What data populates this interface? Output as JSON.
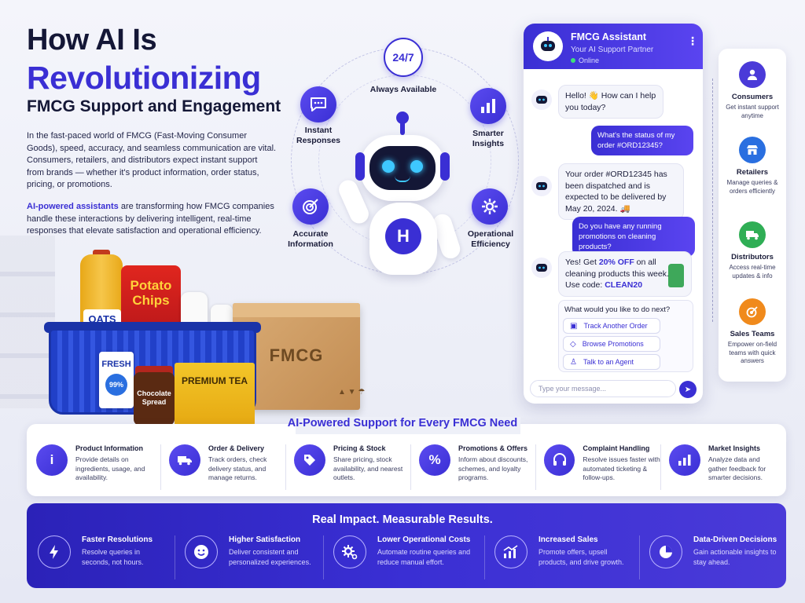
{
  "hero": {
    "title_line1": "How AI Is",
    "title_line2": "Revolutionizing",
    "subtitle": "FMCG Support and Engagement",
    "intro": "In the fast-paced world of FMCG (Fast-Moving Consumer Goods), speed, accuracy, and seamless communication are vital. Consumers, retailers, and distributors expect instant support from brands — whether it's product information, order status, pricing, or promotions.",
    "highlight": "AI-powered assistants",
    "intro2_rest": " are transforming how FMCG companies handle these interactions by delivering intelligent, real-time responses that elevate satisfaction and operational efficiency."
  },
  "orbit_features": {
    "always_available_badge": "24/7",
    "always_available": "Always Available",
    "instant_responses": "Instant Responses",
    "smarter_insights": "Smarter Insights",
    "accurate_information": "Accurate Information",
    "operational_efficiency": "Operational Efficiency"
  },
  "robot": {
    "badge_letter": "H"
  },
  "products": {
    "oats": "OATS",
    "chips": "Potato Chips",
    "fresh": "FRESH",
    "fresh_pct": "99%",
    "chocolate": "Chocolate Spread",
    "tea": "PREMIUM TEA",
    "box_label": "FMCG"
  },
  "chat": {
    "name": "FMCG Assistant",
    "tagline": "Your AI Support Partner",
    "status": "Online",
    "messages": [
      {
        "from": "bot",
        "text": "Hello! 👋 How can I help you today?"
      },
      {
        "from": "user",
        "text": "What's the status of my order #ORD12345?"
      },
      {
        "from": "bot",
        "text": "Your order #ORD12345 has been dispatched and is expected to be delivered by May 20, 2024. 🚚"
      },
      {
        "from": "user",
        "text": "Do you have any running promotions on cleaning products?"
      }
    ],
    "promo": {
      "prefix": "Yes! Get ",
      "highlight": "20% OFF",
      "middle": " on all cleaning products this week. Use code: ",
      "code": "CLEAN20"
    },
    "quick_prompt": "What would you like to do next?",
    "quick_actions": [
      "Track Another Order",
      "Browse Promotions",
      "Talk to an Agent"
    ],
    "input_placeholder": "Type your message..."
  },
  "audiences": [
    {
      "title": "Consumers",
      "desc": "Get instant support anytime",
      "color": "#4a3ad8",
      "icon": "user-icon"
    },
    {
      "title": "Retailers",
      "desc": "Manage queries & orders efficiently",
      "color": "#2a6fe0",
      "icon": "store-icon"
    },
    {
      "title": "Distributors",
      "desc": "Access real-time updates & info",
      "color": "#2fae55",
      "icon": "truck-icon"
    },
    {
      "title": "Sales Teams",
      "desc": "Empower on-field teams with quick answers",
      "color": "#f08a1c",
      "icon": "target-icon"
    }
  ],
  "support": {
    "title": "AI-Powered Support for Every FMCG Need",
    "items": [
      {
        "title": "Product Information",
        "desc": "Provide details on ingredients, usage, and availability.",
        "icon": "info-icon"
      },
      {
        "title": "Order & Delivery",
        "desc": "Track orders, check delivery status, and manage returns.",
        "icon": "truck-icon"
      },
      {
        "title": "Pricing & Stock",
        "desc": "Share pricing, stock availability, and nearest outlets.",
        "icon": "tag-icon"
      },
      {
        "title": "Promotions & Offers",
        "desc": "Inform about discounts, schemes, and loyalty programs.",
        "icon": "percent-icon"
      },
      {
        "title": "Complaint Handling",
        "desc": "Resolve issues faster with automated ticketing & follow-ups.",
        "icon": "headset-icon"
      },
      {
        "title": "Market Insights",
        "desc": "Analyze data and gather feedback for smarter decisions.",
        "icon": "bar-chart-icon"
      }
    ]
  },
  "impact": {
    "title": "Real Impact. Measurable Results.",
    "items": [
      {
        "title": "Faster Resolutions",
        "desc": "Resolve queries in seconds, not hours.",
        "icon": "lightning-icon"
      },
      {
        "title": "Higher Satisfaction",
        "desc": "Deliver consistent and personalized experiences.",
        "icon": "smile-icon"
      },
      {
        "title": "Lower Operational Costs",
        "desc": "Automate routine queries and reduce manual effort.",
        "icon": "gears-icon"
      },
      {
        "title": "Increased Sales",
        "desc": "Promote offers, upsell products, and drive growth.",
        "icon": "growth-chart-icon"
      },
      {
        "title": "Data-Driven Decisions",
        "desc": "Gain actionable insights to stay ahead.",
        "icon": "pie-chart-icon"
      }
    ]
  }
}
